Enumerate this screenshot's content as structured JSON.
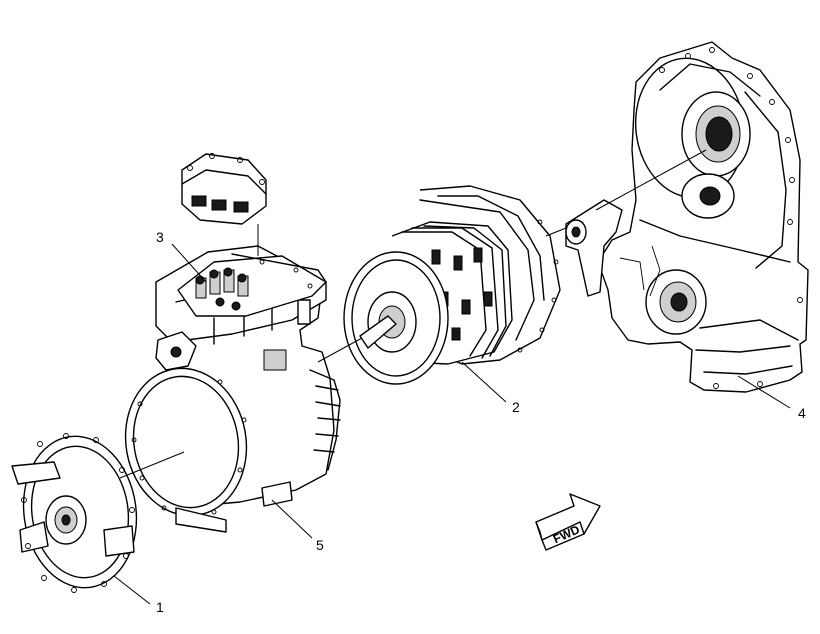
{
  "callouts": [
    {
      "id": "1",
      "label": "1"
    },
    {
      "id": "2",
      "label": "2"
    },
    {
      "id": "3",
      "label": "3"
    },
    {
      "id": "4",
      "label": "4"
    },
    {
      "id": "5",
      "label": "5"
    }
  ],
  "direction_arrow": {
    "label": "FWD"
  }
}
